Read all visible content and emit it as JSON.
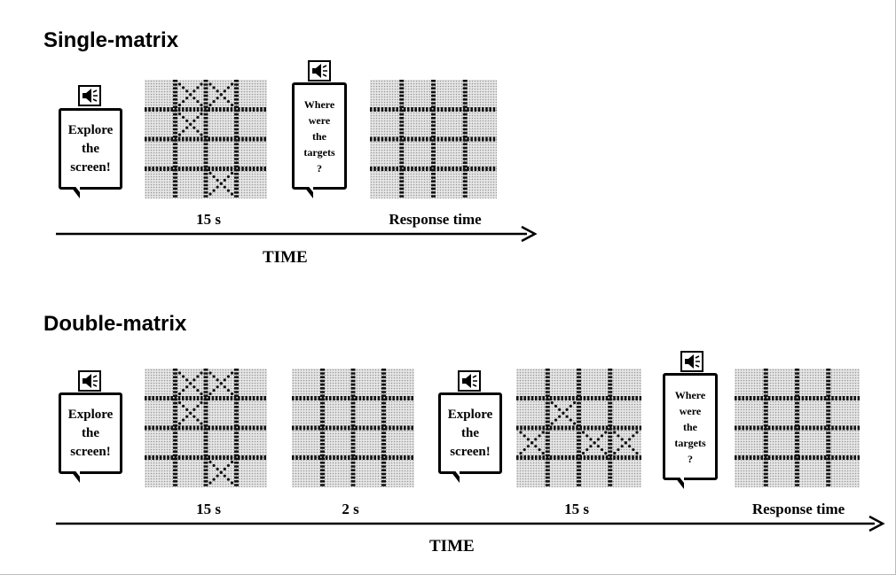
{
  "single": {
    "title": "Single-matrix",
    "explore_text": "Explore\nthe\nscreen!",
    "where_text": "Where\nwere\nthe\ntargets\n?",
    "duration_label": "15 s",
    "response_label": "Response time",
    "time_label": "TIME",
    "encoding_targets": [
      [
        0,
        1
      ],
      [
        0,
        2
      ],
      [
        1,
        1
      ],
      [
        3,
        2
      ]
    ]
  },
  "double": {
    "title": "Double-matrix",
    "explore_text_1": "Explore\nthe\nscreen!",
    "explore_text_2": "Explore\nthe\nscreen!",
    "where_text": "Where\nwere\nthe\ntargets\n?",
    "duration_label_1": "15 s",
    "gap_label": "2 s",
    "duration_label_2": "15 s",
    "response_label": "Response time",
    "time_label": "TIME",
    "encoding_targets_1": [
      [
        0,
        1
      ],
      [
        0,
        2
      ],
      [
        1,
        1
      ],
      [
        3,
        2
      ]
    ],
    "encoding_targets_2": [
      [
        1,
        1
      ],
      [
        2,
        0
      ],
      [
        2,
        2
      ],
      [
        2,
        3
      ]
    ]
  },
  "matrix_grid": {
    "rows": 4,
    "cols": 4
  }
}
